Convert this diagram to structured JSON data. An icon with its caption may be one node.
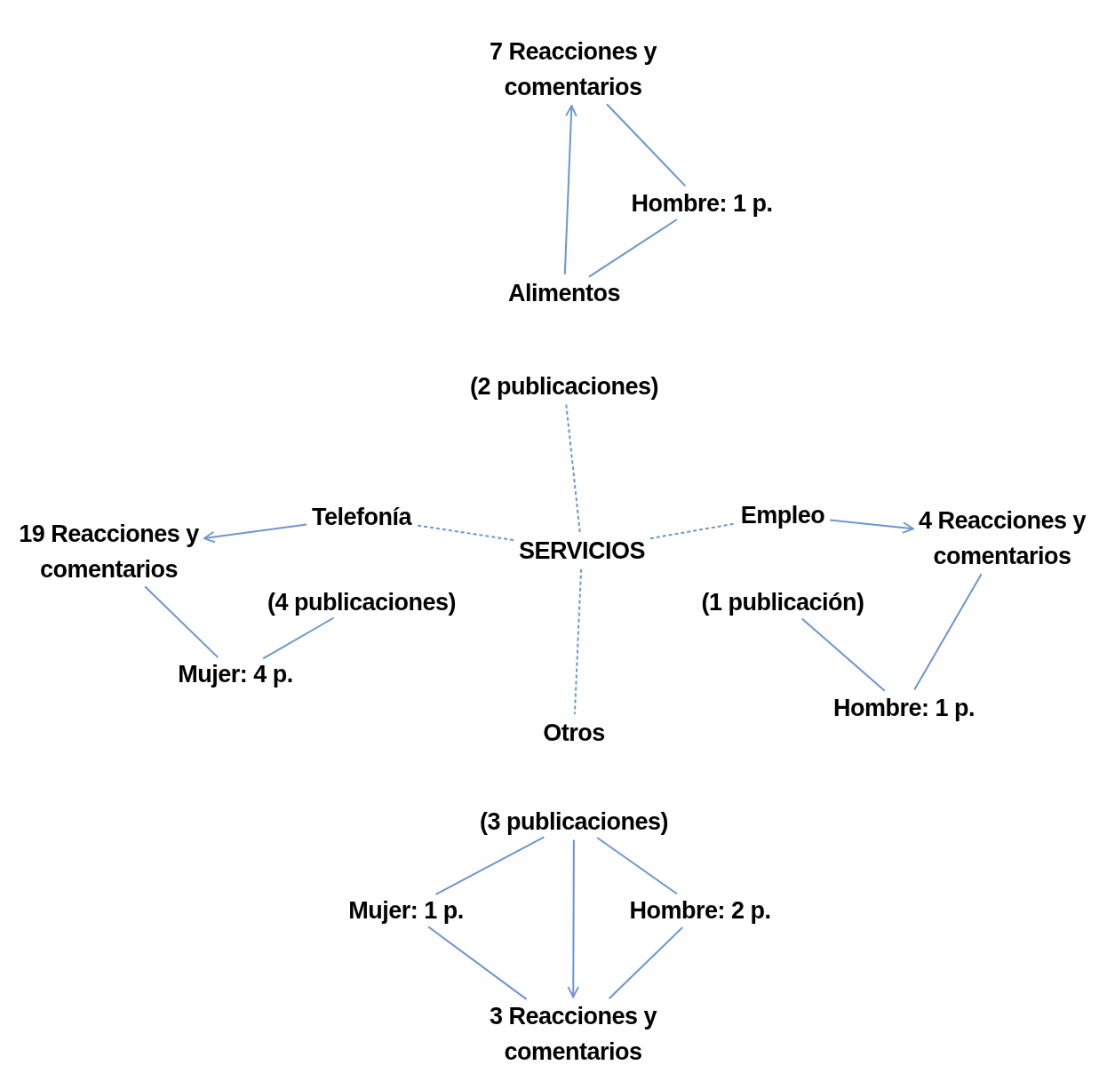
{
  "diagram": {
    "nodes": [
      {
        "text": [
          "SERVICIOS"
        ]
      },
      {
        "text": [
          "Alimentos",
          "(2 publicaciones)"
        ]
      },
      {
        "text": [
          "7 Reacciones y comentarios"
        ]
      },
      {
        "text": [
          "Hombre: 1 p."
        ]
      },
      {
        "text": [
          "Telefonía",
          "(4 publicaciones)"
        ]
      },
      {
        "text": [
          "19 Reacciones y comentarios"
        ]
      },
      {
        "text": [
          "Mujer: 4 p."
        ]
      },
      {
        "text": [
          "Empleo",
          "(1 publicación)"
        ]
      },
      {
        "text": [
          "4 Reacciones y comentarios"
        ]
      },
      {
        "text": [
          "Hombre: 1 p."
        ]
      },
      {
        "text": [
          "Otros",
          "(3 publicaciones)"
        ]
      },
      {
        "text": [
          "Mujer: 1 p."
        ]
      },
      {
        "text": [
          "Hombre: 2 p."
        ]
      },
      {
        "text": [
          "3 Reacciones y comentarios"
        ]
      }
    ],
    "edges": [
      {
        "from": 0,
        "to": 1,
        "arrow": "none",
        "style": "dashed"
      },
      {
        "from": 0,
        "to": 4,
        "arrow": "none",
        "style": "dashed"
      },
      {
        "from": 0,
        "to": 7,
        "arrow": "none",
        "style": "dashed"
      },
      {
        "from": 0,
        "to": 10,
        "arrow": "none",
        "style": "dashed"
      },
      {
        "from": 1,
        "to": 2,
        "arrow": "to"
      },
      {
        "from": 1,
        "to": 3,
        "arrow": "none"
      },
      {
        "from": 3,
        "to": 2,
        "arrow": "none"
      },
      {
        "from": 4,
        "to": 5,
        "arrow": "to"
      },
      {
        "from": 4,
        "to": 6,
        "arrow": "none"
      },
      {
        "from": 6,
        "to": 5,
        "arrow": "none"
      },
      {
        "from": 7,
        "to": 8,
        "arrow": "to"
      },
      {
        "from": 7,
        "to": 9,
        "arrow": "none"
      },
      {
        "from": 9,
        "to": 8,
        "arrow": "none"
      },
      {
        "from": 10,
        "to": 13,
        "arrow": "to"
      },
      {
        "from": 10,
        "to": 11,
        "arrow": "none"
      },
      {
        "from": 11,
        "to": 13,
        "arrow": "none"
      },
      {
        "from": 10,
        "to": 12,
        "arrow": "none"
      },
      {
        "from": 12,
        "to": 13,
        "arrow": "none"
      }
    ]
  }
}
